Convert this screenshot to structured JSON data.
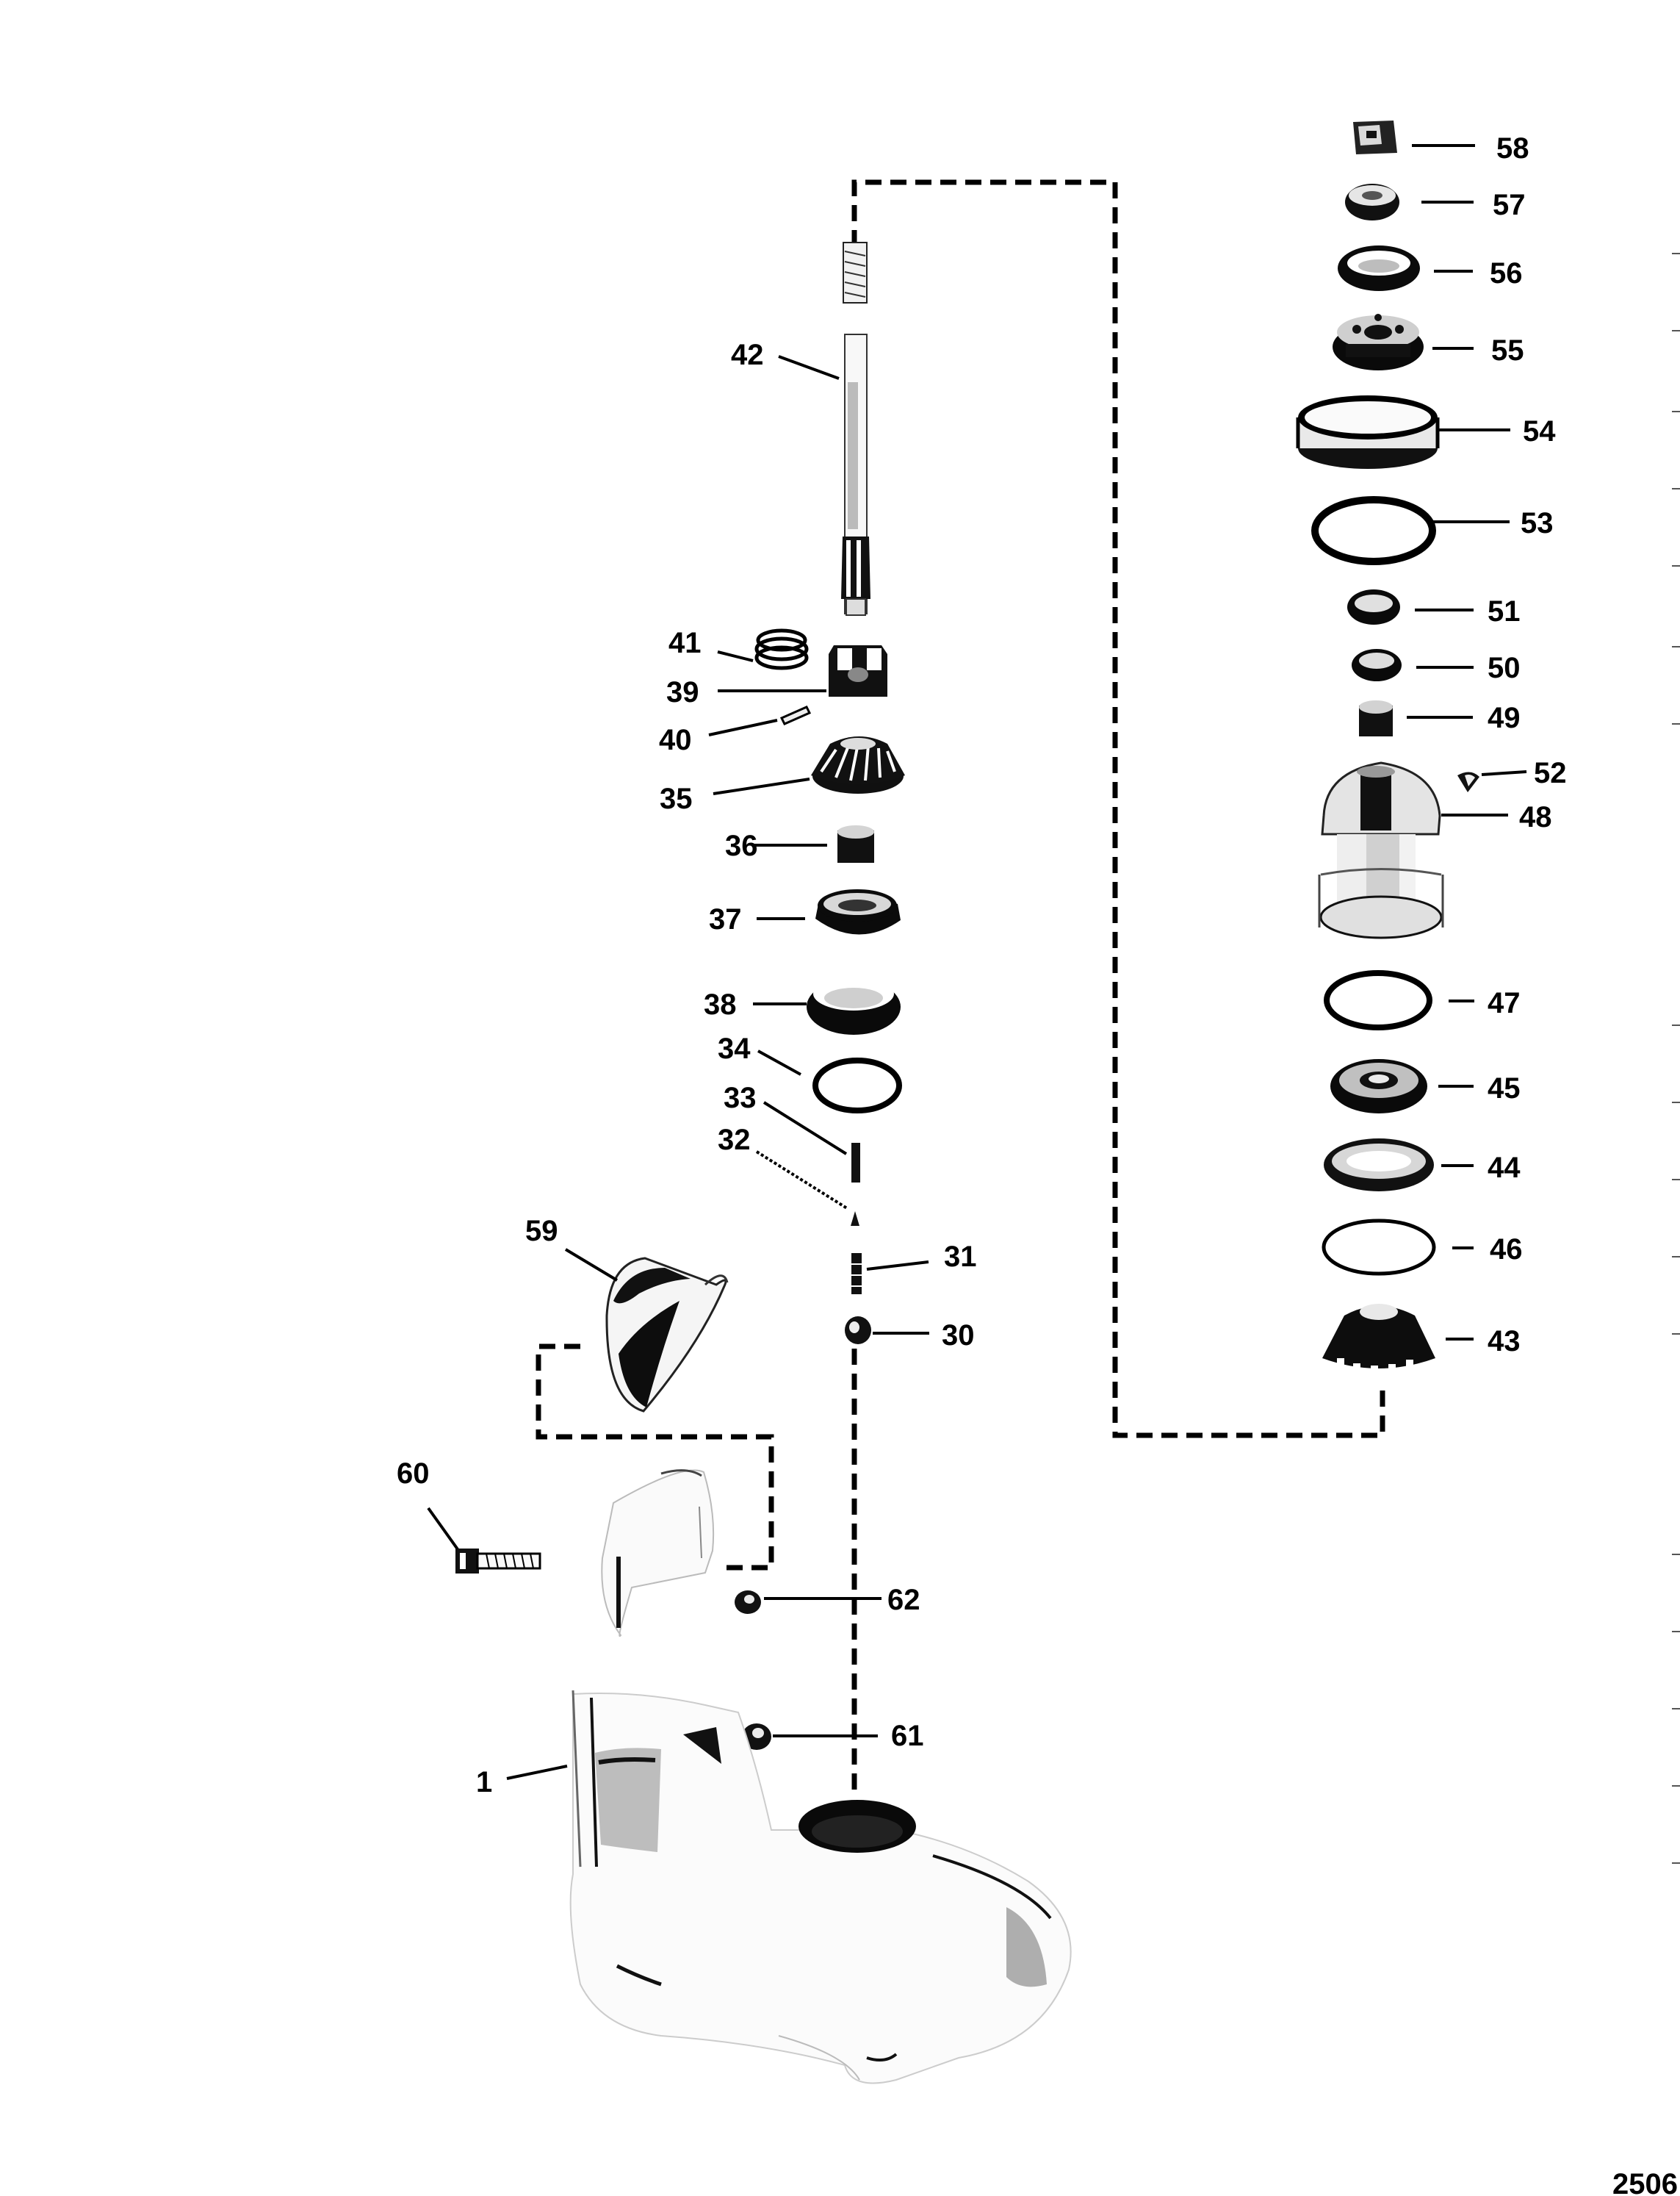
{
  "figure_number": "2506",
  "callouts": [
    {
      "id": "58",
      "text": "58"
    },
    {
      "id": "57",
      "text": "57"
    },
    {
      "id": "56",
      "text": "56"
    },
    {
      "id": "55",
      "text": "55"
    },
    {
      "id": "54",
      "text": "54"
    },
    {
      "id": "53",
      "text": "53"
    },
    {
      "id": "51",
      "text": "51"
    },
    {
      "id": "50",
      "text": "50"
    },
    {
      "id": "49",
      "text": "49"
    },
    {
      "id": "52",
      "text": "52"
    },
    {
      "id": "48",
      "text": "48"
    },
    {
      "id": "47",
      "text": "47"
    },
    {
      "id": "45",
      "text": "45"
    },
    {
      "id": "44",
      "text": "44"
    },
    {
      "id": "46",
      "text": "46"
    },
    {
      "id": "43",
      "text": "43"
    },
    {
      "id": "42",
      "text": "42"
    },
    {
      "id": "41",
      "text": "41"
    },
    {
      "id": "39",
      "text": "39"
    },
    {
      "id": "40",
      "text": "40"
    },
    {
      "id": "35",
      "text": "35"
    },
    {
      "id": "36",
      "text": "36"
    },
    {
      "id": "37",
      "text": "37"
    },
    {
      "id": "38",
      "text": "38"
    },
    {
      "id": "34",
      "text": "34"
    },
    {
      "id": "33",
      "text": "33"
    },
    {
      "id": "32",
      "text": "32"
    },
    {
      "id": "31",
      "text": "31"
    },
    {
      "id": "30",
      "text": "30"
    },
    {
      "id": "59",
      "text": "59"
    },
    {
      "id": "60",
      "text": "60"
    },
    {
      "id": "62",
      "text": "62"
    },
    {
      "id": "61",
      "text": "61"
    },
    {
      "id": "1",
      "text": "1"
    }
  ]
}
